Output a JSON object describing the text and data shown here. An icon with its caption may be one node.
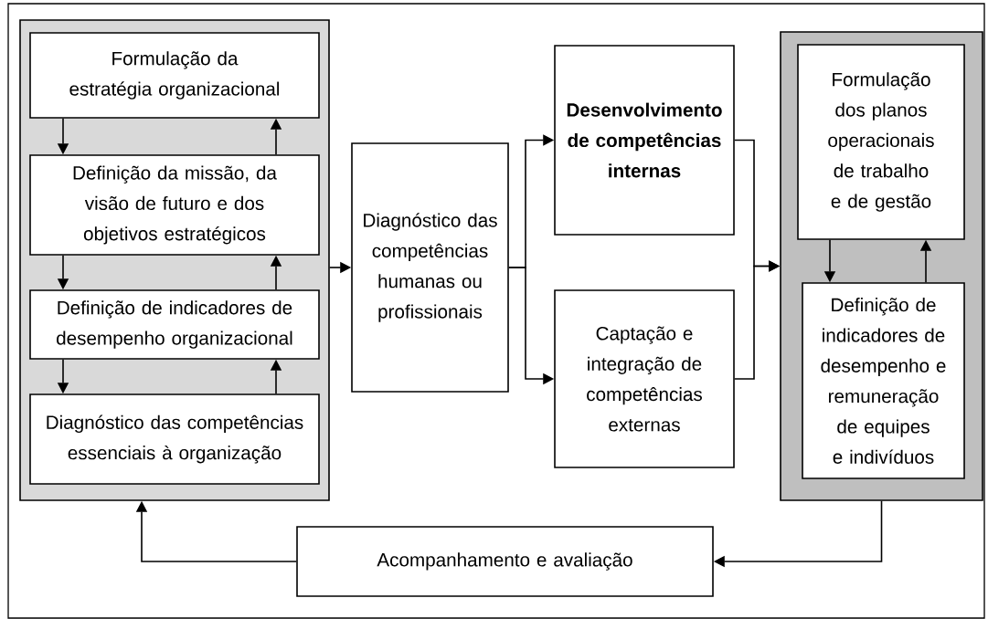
{
  "diagram": {
    "nodes": [
      {
        "text": [],
        "shape": "box"
      },
      {
        "text": [
          "Formulação da estratégia organizacional"
        ],
        "in": 0
      },
      {
        "text": [
          "Definição da missão, da visão de futuro e dos objetivos estratégicos"
        ],
        "in": 0
      },
      {
        "text": [
          "Definição de indicadores de desempenho organizacional"
        ],
        "in": 0
      },
      {
        "text": [
          "Diagnóstico das competências essenciais à organização"
        ],
        "in": 0
      },
      {
        "text": [
          "Diagnóstico das competências humanas ou profissionais"
        ]
      },
      {
        "text": [
          "Desenvolvimento de competências internas"
        ]
      },
      {
        "text": [
          "Captação e integração de competências externas"
        ]
      },
      {
        "text": [],
        "shape": "box"
      },
      {
        "text": [
          "Formulação dos planos operacionais de trabalho e de gestão"
        ],
        "in": 8
      },
      {
        "text": [
          "Definição de indicadores de desempenho e remuneração de equipes e indivíduos"
        ],
        "in": 8
      },
      {
        "text": [
          "Acompanhamento e avaliação"
        ]
      }
    ],
    "edges": [
      {
        "from": 1,
        "to": 2,
        "arrow": "to"
      },
      {
        "from": 2,
        "to": 1,
        "arrow": "to"
      },
      {
        "from": 2,
        "to": 3,
        "arrow": "to"
      },
      {
        "from": 3,
        "to": 2,
        "arrow": "to"
      },
      {
        "from": 3,
        "to": 4,
        "arrow": "to"
      },
      {
        "from": 4,
        "to": 3,
        "arrow": "to"
      },
      {
        "from": 0,
        "to": 5,
        "arrow": "to"
      },
      {
        "from": 5,
        "to": 6,
        "arrow": "to"
      },
      {
        "from": 5,
        "to": 7,
        "arrow": "to"
      },
      {
        "from": 6,
        "to": 8,
        "arrow": "to"
      },
      {
        "from": 7,
        "to": 8,
        "arrow": "to"
      },
      {
        "from": 9,
        "to": 10,
        "arrow": "to"
      },
      {
        "from": 10,
        "to": 9,
        "arrow": "to"
      },
      {
        "from": 8,
        "to": 11,
        "arrow": "to"
      },
      {
        "from": 11,
        "to": 0,
        "arrow": "to"
      }
    ]
  }
}
